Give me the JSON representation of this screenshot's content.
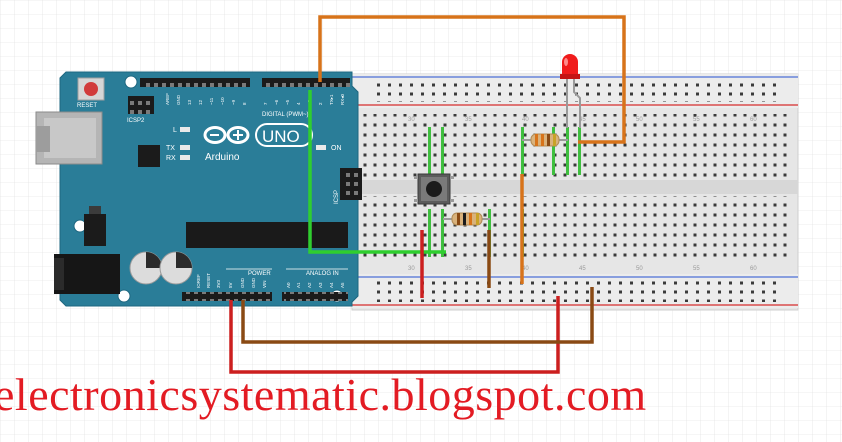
{
  "board": {
    "reset_label": "RESET",
    "icsp2_label": "ICSP2",
    "icsp_label": "ICSP",
    "brand_name": "Arduino",
    "logo_mark": "UNO",
    "digital_label": "DIGITAL (PWM~)",
    "power_label": "POWER",
    "analog_label": "ANALOG IN",
    "led_labels": [
      "L",
      "TX",
      "RX"
    ],
    "on_label": "ON",
    "power_pins": [
      "IOREF",
      "RESET",
      "3V3",
      "5V",
      "GND",
      "GND",
      "VIN"
    ],
    "analog_pins": [
      "A0",
      "A1",
      "A2",
      "A3",
      "A4",
      "A5"
    ],
    "digital_pins": [
      "AREF",
      "GND",
      "13",
      "12",
      "~11",
      "~10",
      "~9",
      "8",
      "7",
      "~6",
      "~5",
      "4",
      "~3",
      "2",
      "TX▸1",
      "RX◂0"
    ]
  },
  "breadboard": {
    "column_labels": [
      "30",
      "35",
      "40",
      "45",
      "50",
      "55",
      "60"
    ]
  },
  "colors": {
    "board": "#2a7d98",
    "wire_orange": "#d7731a",
    "wire_green": "#2fce2f",
    "wire_red": "#cc1f1f",
    "wire_brown": "#8a4a14",
    "led": "#f01b1b",
    "watermark": "#e31b23"
  },
  "watermark": "electronicsystematic.blogspot.com"
}
